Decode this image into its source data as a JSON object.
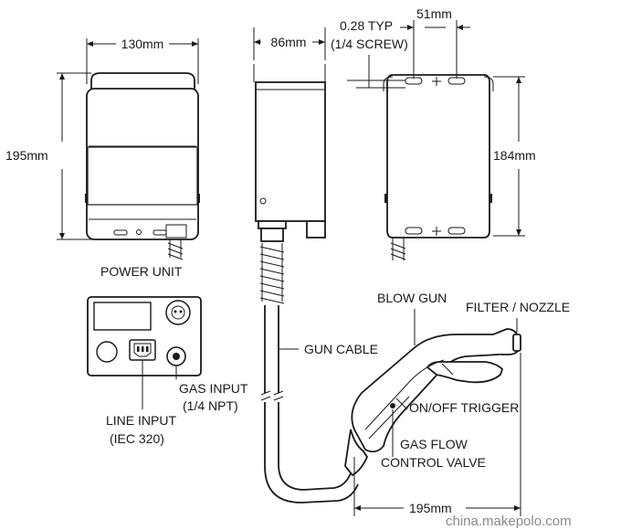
{
  "power_unit": {
    "label": "POWER UNIT",
    "width_dim": "130mm",
    "height_dim": "195mm"
  },
  "side_view": {
    "depth_dim": "86mm"
  },
  "back_view": {
    "screw_note_line1": "0.28 TYP",
    "screw_note_line2": "(1/4 SCREW)",
    "spacing_dim": "51mm",
    "height_dim": "184mm"
  },
  "bottom_panel": {
    "line_input_line1": "LINE INPUT",
    "line_input_line2": "(IEC  320)",
    "gas_input_line1": "GAS INPUT",
    "gas_input_line2": "(1/4 NPT)"
  },
  "gun": {
    "blow_gun": "BLOW GUN",
    "filter_nozzle": "FILTER / NOZZLE",
    "gun_cable": "GUN  CABLE",
    "on_off_trigger": "ON/OFF TRIGGER",
    "gas_flow_line1": "GAS FLOW",
    "gas_flow_line2": "CONTROL VALVE",
    "length_dim": "195mm"
  },
  "watermark": "china.makepolo.com"
}
